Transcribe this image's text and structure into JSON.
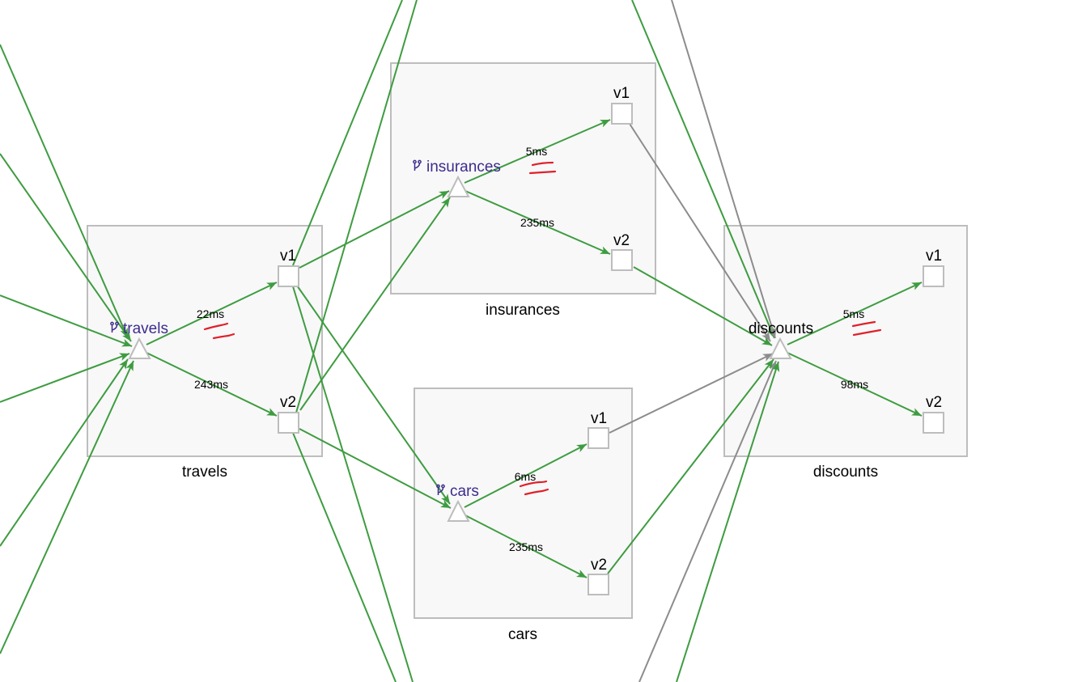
{
  "colors": {
    "healthy_edge": "#3e9c40",
    "idle_edge": "#8c8c8c",
    "service_label": "#3d2c8d",
    "box_fill": "#f8f8f8",
    "box_border": "#bdbdbd",
    "mtls_badge": "#e0202a"
  },
  "icons": {
    "virtual_service": "branch-icon",
    "mtls": "mtls-lock-icon"
  },
  "apps": [
    {
      "id": "travels",
      "box_label": "travels",
      "service_label": "travels",
      "has_virtual_service": true,
      "versions": [
        {
          "id": "travels-v1",
          "label": "v1"
        },
        {
          "id": "travels-v2",
          "label": "v2"
        }
      ],
      "edges": [
        {
          "to": "v1",
          "label": "22ms",
          "mtls": true
        },
        {
          "to": "v2",
          "label": "243ms",
          "mtls": false
        }
      ]
    },
    {
      "id": "insurances",
      "box_label": "insurances",
      "service_label": "insurances",
      "has_virtual_service": true,
      "versions": [
        {
          "id": "insurances-v1",
          "label": "v1"
        },
        {
          "id": "insurances-v2",
          "label": "v2"
        }
      ],
      "edges": [
        {
          "to": "v1",
          "label": "5ms",
          "mtls": true
        },
        {
          "to": "v2",
          "label": "235ms",
          "mtls": false
        }
      ]
    },
    {
      "id": "cars",
      "box_label": "cars",
      "service_label": "cars",
      "has_virtual_service": true,
      "versions": [
        {
          "id": "cars-v1",
          "label": "v1"
        },
        {
          "id": "cars-v2",
          "label": "v2"
        }
      ],
      "edges": [
        {
          "to": "v1",
          "label": "6ms",
          "mtls": true
        },
        {
          "to": "v2",
          "label": "235ms",
          "mtls": false
        }
      ]
    },
    {
      "id": "discounts",
      "box_label": "discounts",
      "service_label": "discounts",
      "has_virtual_service": false,
      "versions": [
        {
          "id": "discounts-v1",
          "label": "v1"
        },
        {
          "id": "discounts-v2",
          "label": "v2"
        }
      ],
      "edges": [
        {
          "to": "v1",
          "label": "5ms",
          "mtls": true
        },
        {
          "to": "v2",
          "label": "98ms",
          "mtls": false
        }
      ]
    }
  ],
  "cross_edges": [
    {
      "from": "travels-v1",
      "to": "insurances",
      "status": "healthy"
    },
    {
      "from": "travels-v1",
      "to": "cars",
      "status": "healthy"
    },
    {
      "from": "travels-v2",
      "to": "insurances",
      "status": "healthy"
    },
    {
      "from": "travels-v2",
      "to": "cars",
      "status": "healthy"
    },
    {
      "from": "insurances-v1",
      "to": "discounts",
      "status": "idle"
    },
    {
      "from": "insurances-v2",
      "to": "discounts",
      "status": "healthy"
    },
    {
      "from": "cars-v1",
      "to": "discounts",
      "status": "idle"
    },
    {
      "from": "cars-v2",
      "to": "discounts",
      "status": "healthy"
    }
  ]
}
